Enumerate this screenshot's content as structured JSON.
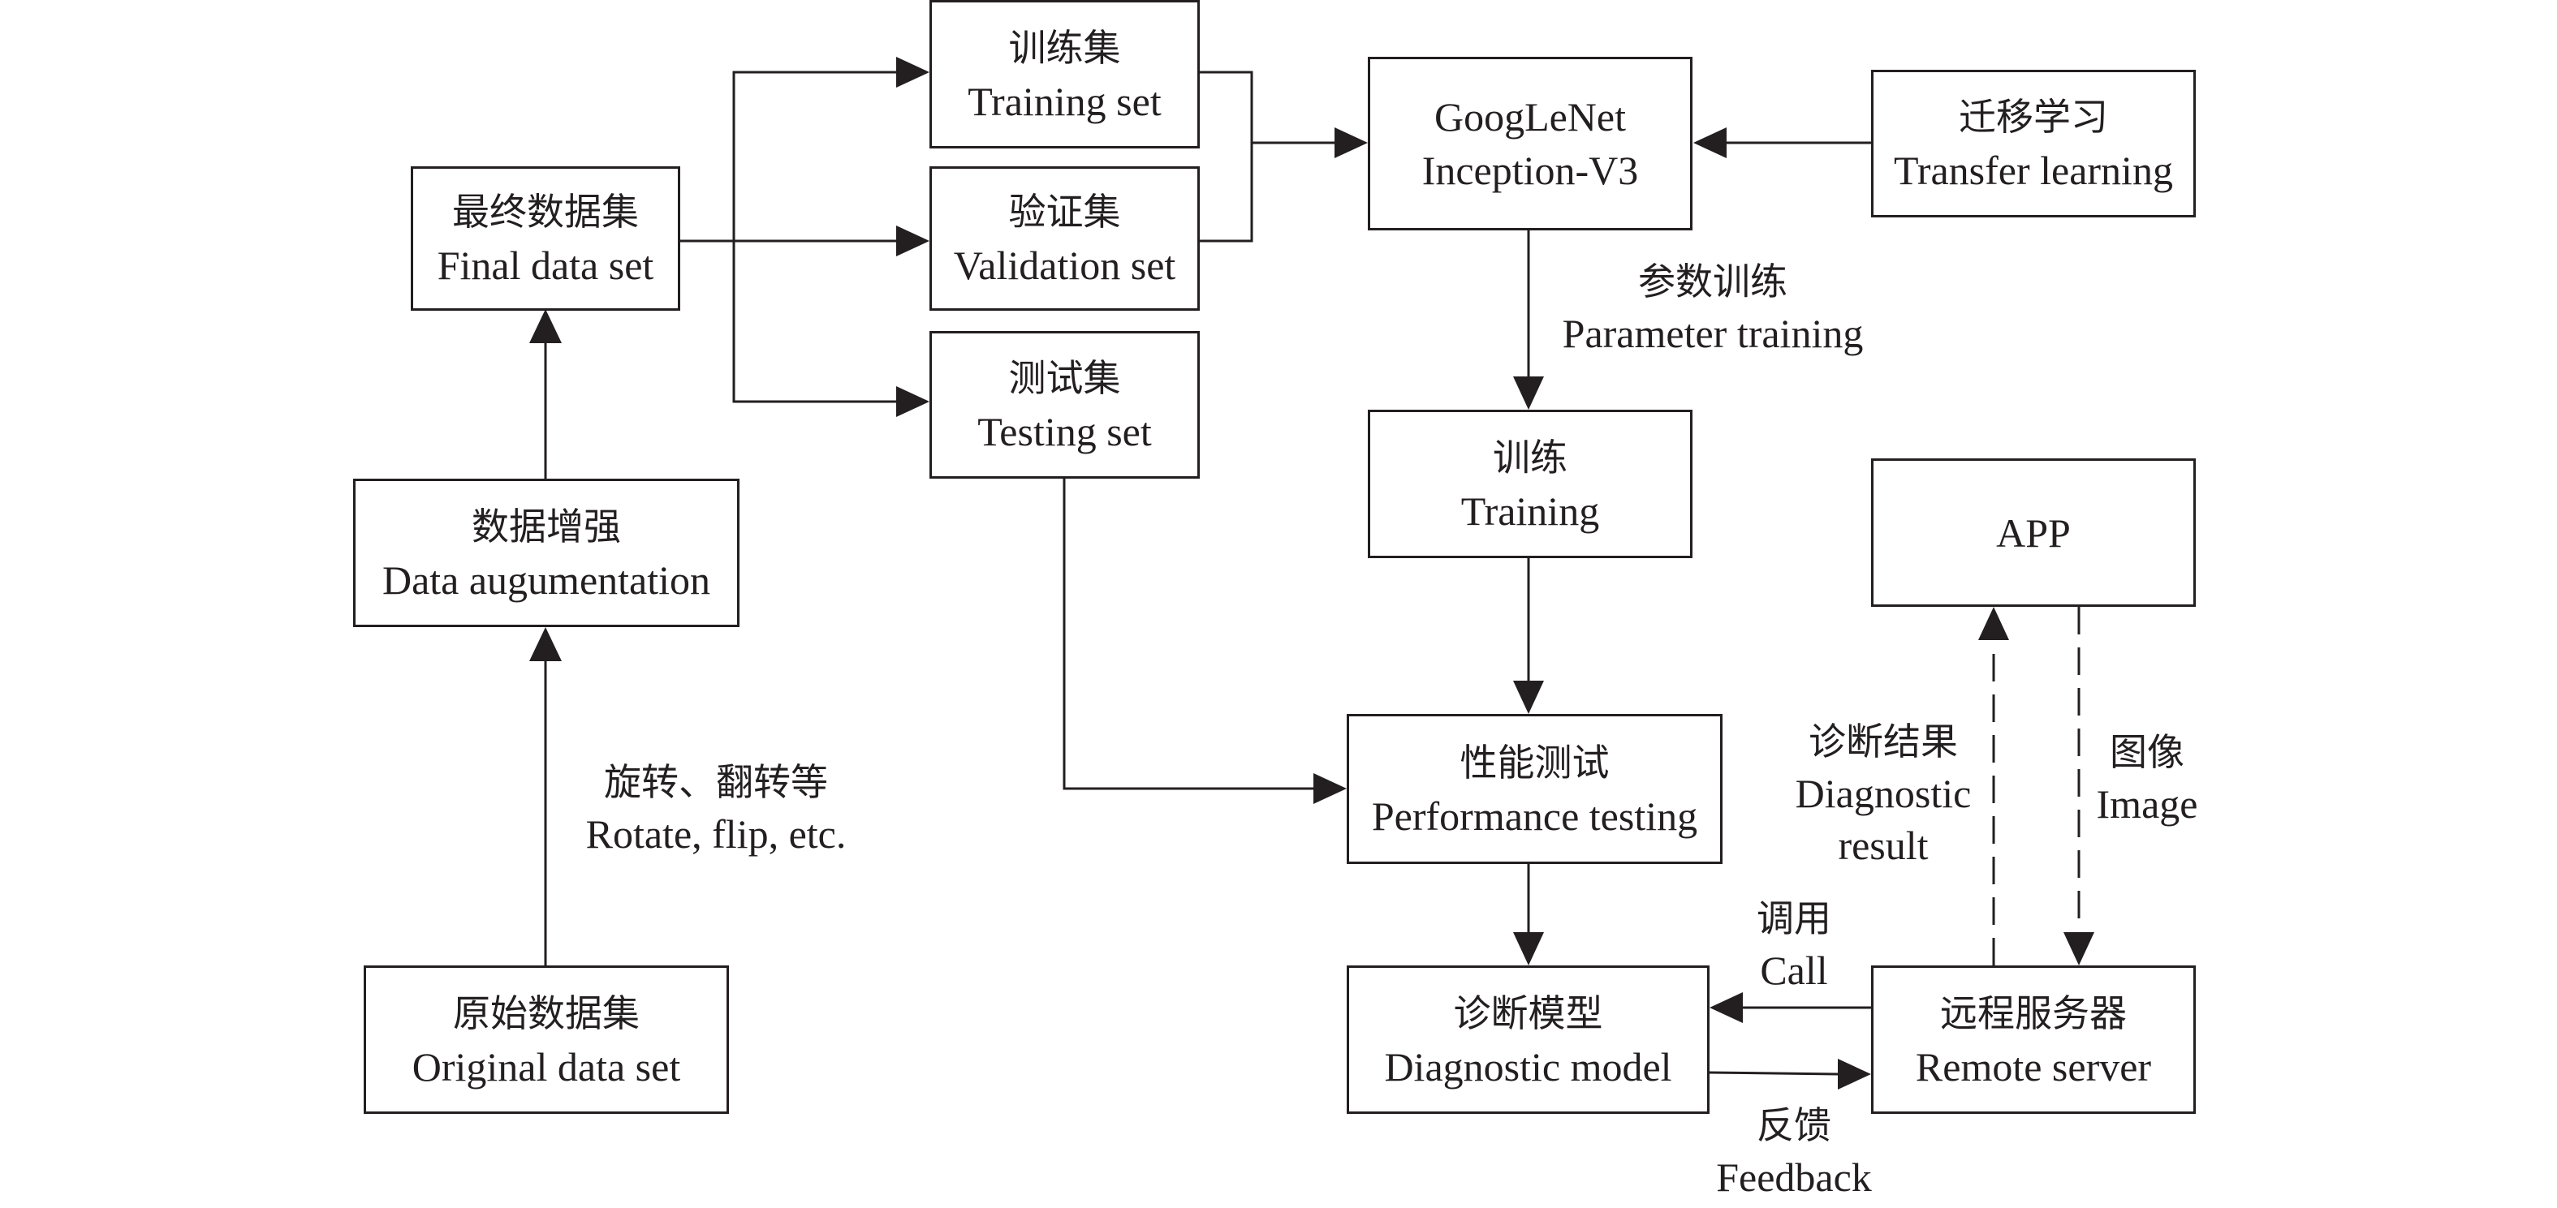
{
  "diagram": {
    "nodes": {
      "original": {
        "zh": "原始数据集",
        "en": "Original data set"
      },
      "augment": {
        "zh": "数据增强",
        "en": "Data augumentation"
      },
      "final": {
        "zh": "最终数据集",
        "en": "Final data set"
      },
      "train_set": {
        "zh": "训练集",
        "en": "Training set"
      },
      "val_set": {
        "zh": "验证集",
        "en": "Validation set"
      },
      "test_set": {
        "zh": "测试集",
        "en": "Testing set"
      },
      "googlenet": {
        "line1": "GoogLeNet",
        "line2": "Inception-V3"
      },
      "transfer": {
        "zh": "迁移学习",
        "en": "Transfer learning"
      },
      "training": {
        "zh": "训练",
        "en": "Training"
      },
      "perf": {
        "zh": "性能测试",
        "en": "Performance testing"
      },
      "diag_model": {
        "zh": "诊断模型",
        "en": "Diagnostic model"
      },
      "server": {
        "zh": "远程服务器",
        "en": "Remote server"
      },
      "app": {
        "label": "APP"
      }
    },
    "edge_labels": {
      "rotate": {
        "zh": "旋转、翻转等",
        "en": "Rotate, flip, etc."
      },
      "param": {
        "zh": "参数训练",
        "en": "Parameter training"
      },
      "result": {
        "zh": "诊断结果",
        "en1": "Diagnostic",
        "en2": "result"
      },
      "image": {
        "zh": "图像",
        "en": "Image"
      },
      "call": {
        "zh": "调用",
        "en": "Call"
      },
      "feedback": {
        "zh": "反馈",
        "en": "Feedback"
      }
    }
  }
}
